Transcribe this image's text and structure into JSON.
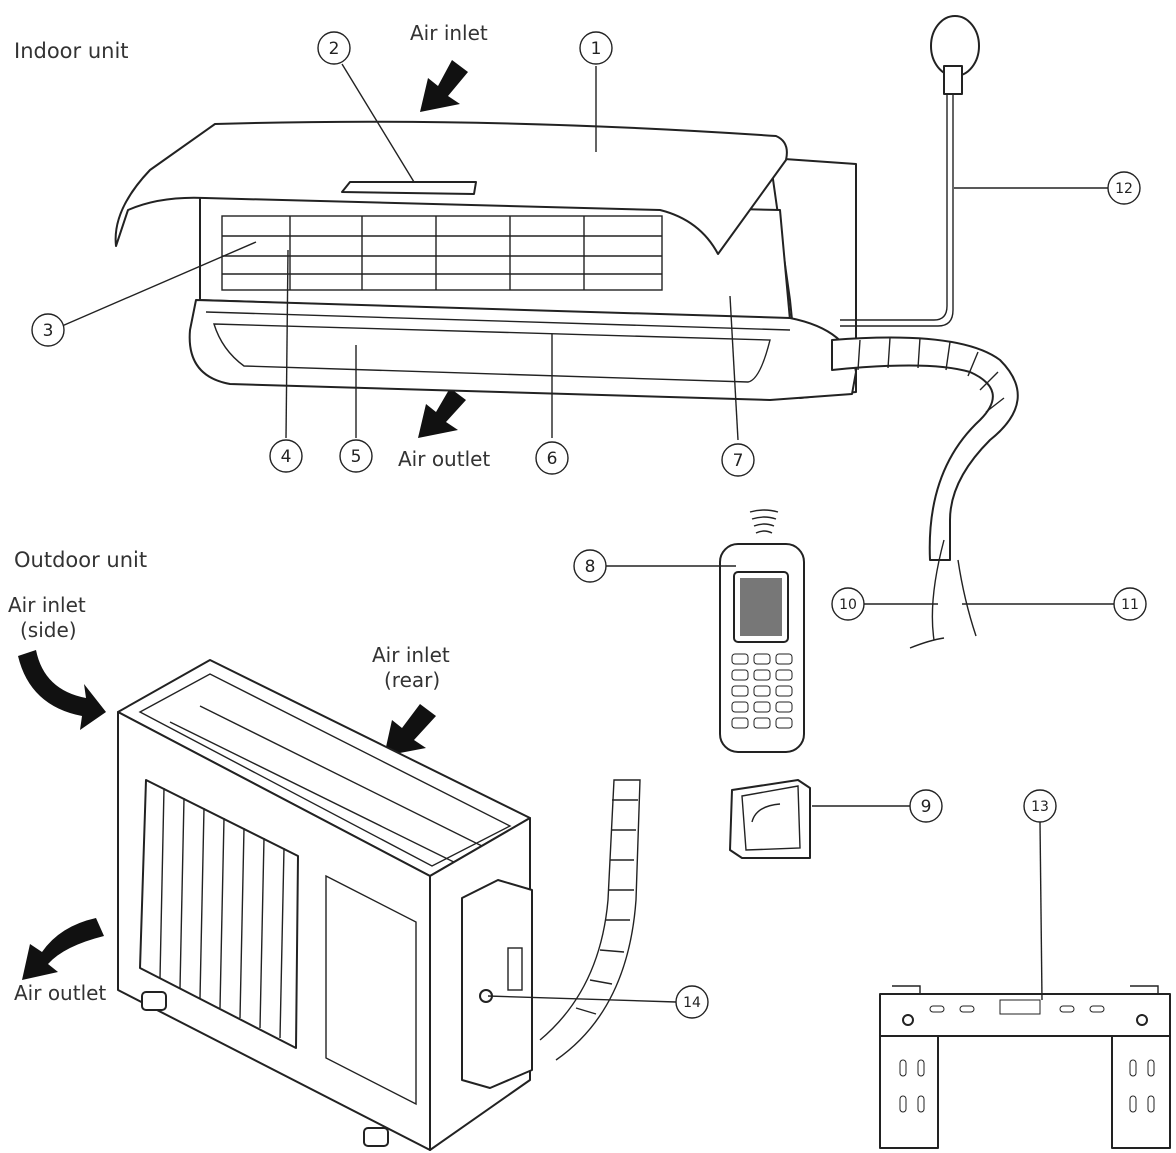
{
  "sections": {
    "indoor": "Indoor unit",
    "outdoor": "Outdoor unit"
  },
  "indoor_air": {
    "inlet": "Air inlet",
    "outlet": "Air outlet"
  },
  "outdoor_air": {
    "inlet_side_1": "Air inlet",
    "inlet_side_2": "(side)",
    "inlet_rear_1": "Air inlet",
    "inlet_rear_2": "(rear)",
    "outlet": "Air outlet"
  },
  "callouts": [
    "1",
    "2",
    "3",
    "4",
    "5",
    "6",
    "7",
    "8",
    "9",
    "10",
    "11",
    "12",
    "13",
    "14"
  ],
  "icons": {
    "indoor": "indoor-unit-drawing",
    "outdoor": "outdoor-unit-drawing",
    "remote": "remote-control-drawing",
    "holder": "remote-holder-drawing",
    "bracket": "mounting-plate-drawing",
    "plug": "power-plug-drawing"
  }
}
